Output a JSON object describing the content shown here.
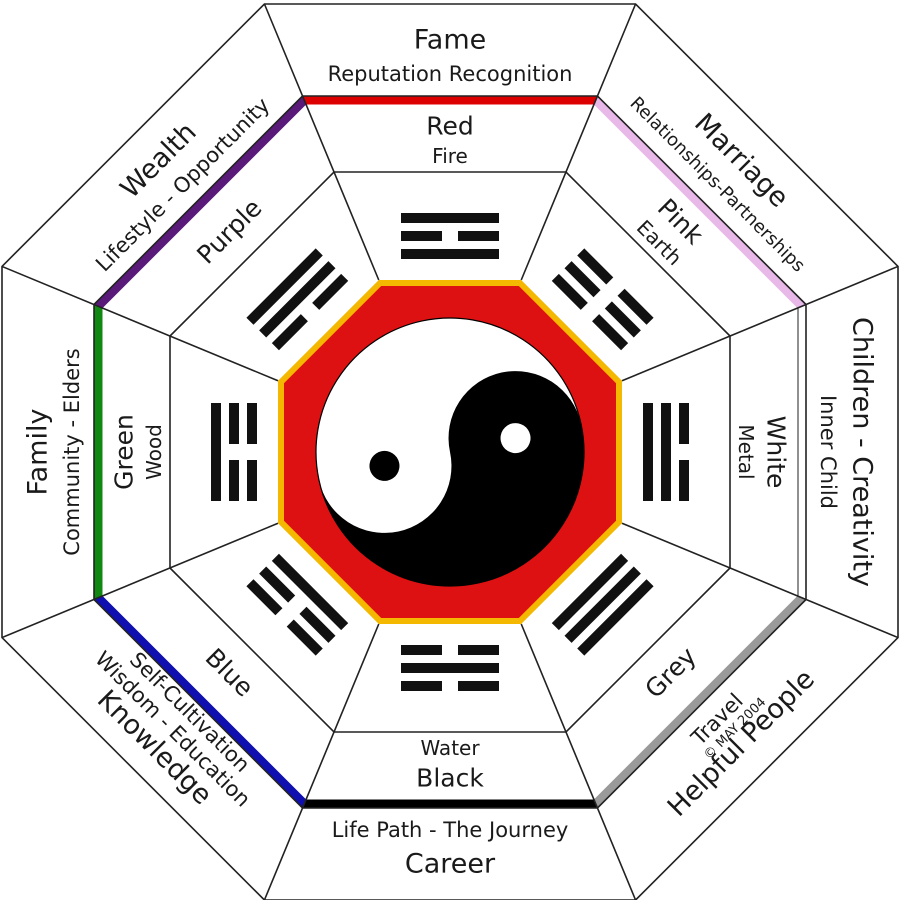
{
  "title": "",
  "center": {
    "label": "",
    "symbol": "yin-yang-icon"
  },
  "copyright": "© MAY 2004",
  "sectors": [
    {
      "id": "fame",
      "area": "Fame",
      "subtitle": [
        "Reputation Recognition"
      ],
      "color_name": "Red",
      "element": "Fire",
      "band_color": "#dd0000",
      "trigram": [
        1,
        0,
        1
      ]
    },
    {
      "id": "marriage",
      "area": "Marriage",
      "subtitle": [
        "Relationships-Partnerships"
      ],
      "color_name": "Pink",
      "element": "Earth",
      "band_color": "#e8b8e8",
      "trigram": [
        0,
        0,
        0
      ]
    },
    {
      "id": "children",
      "area": "Children - Creativity",
      "subtitle": [
        "Inner Child"
      ],
      "color_name": "White",
      "element": "Metal",
      "band_color": "#ffffff",
      "trigram": [
        0,
        1,
        1
      ]
    },
    {
      "id": "helpful",
      "area": "Helpful People",
      "subtitle": [
        "Travel"
      ],
      "color_name": "Grey",
      "element": "",
      "band_color": "#9a9a9a",
      "trigram": [
        1,
        1,
        1
      ]
    },
    {
      "id": "career",
      "area": "Career",
      "subtitle": [
        "Life Path - The Journey"
      ],
      "color_name": "Black",
      "element": "Water",
      "band_color": "#000000",
      "trigram": [
        0,
        1,
        0
      ]
    },
    {
      "id": "knowledge",
      "area": "Knowledge",
      "subtitle": [
        "Wisdom - Education",
        "Self-Cultivation"
      ],
      "color_name": "Blue",
      "element": "",
      "band_color": "#1010b0",
      "trigram": [
        0,
        0,
        1
      ]
    },
    {
      "id": "family",
      "area": "Family",
      "subtitle": [
        "Community - Elders"
      ],
      "color_name": "Green",
      "element": "Wood",
      "band_color": "#118811",
      "trigram": [
        1,
        0,
        0
      ]
    },
    {
      "id": "wealth",
      "area": "Wealth",
      "subtitle": [
        "Lifestyle - Opportunity"
      ],
      "color_name": "Purple",
      "element": "",
      "band_color": "#5a1a7a",
      "trigram": [
        1,
        1,
        0
      ]
    }
  ],
  "colors": {
    "outline": "#222222",
    "center_fill": "#dd1111",
    "center_gold": "#f5b800",
    "yin": "#000000",
    "yang": "#ffffff"
  }
}
